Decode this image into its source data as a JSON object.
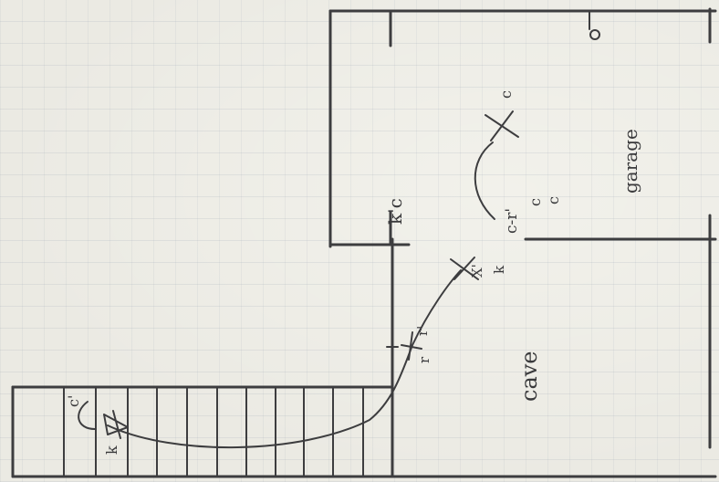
{
  "rooms": {
    "cave": "cave",
    "garage": "garage"
  },
  "markers": {
    "stairs_bottom": [
      "c'",
      "k"
    ],
    "stairs_mid": [
      "r'",
      "r"
    ],
    "door": [
      "k",
      "c",
      "k'c"
    ],
    "entry": [
      "X'",
      "k"
    ],
    "garage_mark": [
      "X",
      "c"
    ],
    "garage_arc_labels": [
      "c-r'",
      "c",
      "c"
    ]
  },
  "colors": {
    "ink": "#3d3d3f",
    "paper": "#ebeae3",
    "grid": "#96a0af"
  }
}
